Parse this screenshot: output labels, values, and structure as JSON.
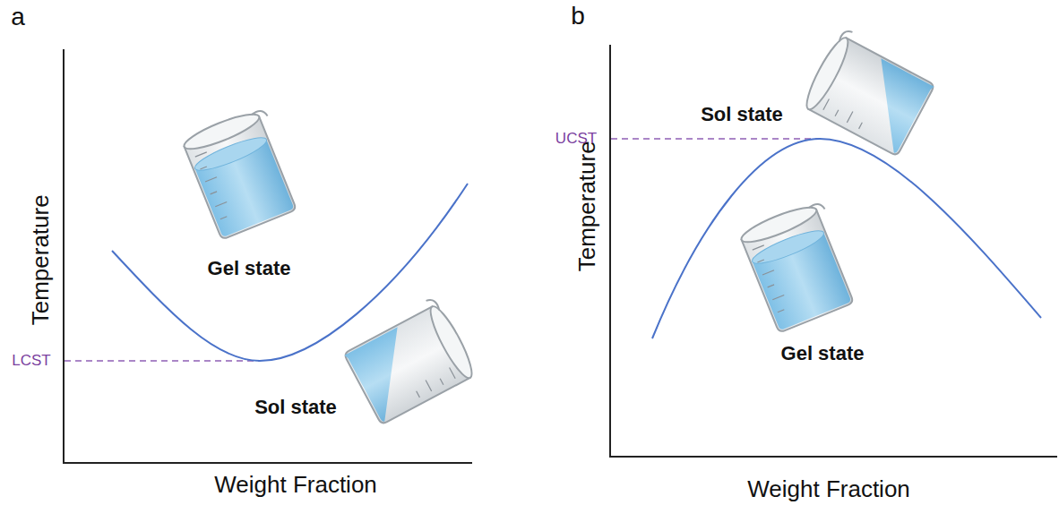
{
  "diagram": {
    "labels": [
      "a",
      "Temperature",
      "Weight Fraction",
      "LCST",
      "Gel state",
      "Sol state",
      "b",
      "Temperature",
      "Weight Fraction",
      "UCST",
      "Sol state",
      "Gel state"
    ]
  }
}
